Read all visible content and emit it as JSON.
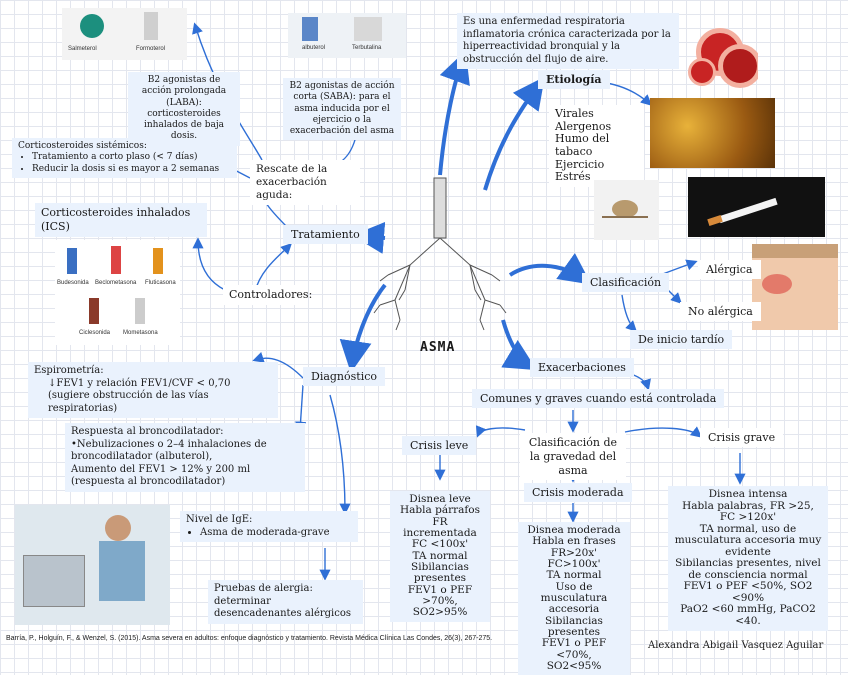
{
  "center": {
    "title": "ASMA",
    "definition": "Es una enfermedad respiratoria inflamatoria crónica caracterizada por la hiperreactividad bronquial y la obstrucción del flujo de aire."
  },
  "etiologia": {
    "title": "Etiología",
    "items": [
      "Virales",
      "Alergenos",
      "Humo del tabaco",
      "Ejercicio",
      "Estrés"
    ]
  },
  "clasificacion": {
    "title": "Clasificación",
    "alergica": "Alérgica",
    "no_alergica": "No alérgica",
    "tardio": "De inicio tardío"
  },
  "tratamiento": {
    "title": "Tratamiento",
    "rescate": "Rescate de la exacerbación aguda:",
    "controladores": "Controladores:",
    "laba": "B2 agonistas de acción prolongada (LABA): corticosteroides inhalados de baja dosis.",
    "saba": "B2 agonistas de acción corta (SABA): para el asma inducida por el ejercicio o la exacerbación del asma",
    "sistemicos_title": "Corticosteroides sistémicos:",
    "sistemicos_items": [
      "Tratamiento a corto plaso (< 7 días)",
      "Reducir la dosis si es mayor a 2 semanas"
    ],
    "ics": "Corticosteroides inhalados (ICS)",
    "drugs_top": [
      "Salmeterol",
      "Formoterol",
      "albuterol",
      "Terbutalina"
    ],
    "drugs_ics": [
      "Budesonida",
      "Beclometasona",
      "Fluticasona",
      "Ciclesonida",
      "Mometasona"
    ]
  },
  "diagnostico": {
    "title": "Diagnóstico",
    "espirometria_title": "Espirometría:",
    "espirometria_text": "↓FEV1 y relación FEV1/CVF < 0,70 (sugiere obstrucción de las vías respiratorias)",
    "bronco_title": "Respuesta al broncodilatador:",
    "bronco_items": [
      "•Nebulizaciones o 2–4 inhalaciones de broncodilatador (albuterol),",
      "Aumento del FEV1 > 12% y 200 ml (respuesta al broncodilatador)"
    ],
    "ige_title": "Nivel de IgE:",
    "ige_item": "Asma de moderada-grave",
    "alergia": "Pruebas de alergia: determinar desencadenantes alérgicos"
  },
  "exacerbaciones": {
    "title": "Exacerbaciones",
    "comunes": "Comunes y graves cuando está controlada",
    "clasif": "Clasificación de la gravedad del asma",
    "leve": {
      "title": "Crisis leve",
      "items": [
        "Disnea leve",
        "Habla párrafos",
        "FR incrementada",
        "FC <100x'",
        "TA normal",
        "Sibilancias presentes",
        "FEV1 o PEF >70%,",
        "SO2>95%"
      ]
    },
    "moderada": {
      "title": "Crisis moderada",
      "items": [
        "Disnea moderada",
        "Habla en frases",
        "FR>20x'",
        "FC>100x'",
        "TA normal",
        "Uso de musculatura accesoria",
        "Sibilancias presentes",
        "FEV1 o PEF <70%,",
        "SO2<95%"
      ]
    },
    "grave": {
      "title": "Crisis grave",
      "items": [
        "Disnea intensa",
        "Habla palabras, FR >25,",
        "FC >120x'",
        "TA normal, uso de musculatura accesoria muy evidente",
        "Sibilancias presentes, nivel de consciencia normal",
        "FEV1 o PEF <50%, SO2 <90%",
        "PaO2 <60 mmHg, PaCO2 <40."
      ]
    }
  },
  "citation": "Barría, P., Holguín, F., & Wenzel, S. (2015). Asma severa en adultos: enfoque diagnóstico y tratamiento. Revista Médica Clínica Las Condes, 26(3), 267-275.",
  "author": "Alexandra Abigail Vasquez Aguilar",
  "colors": {
    "accent": "#2f6fd6",
    "box": "#eaf2fd"
  }
}
